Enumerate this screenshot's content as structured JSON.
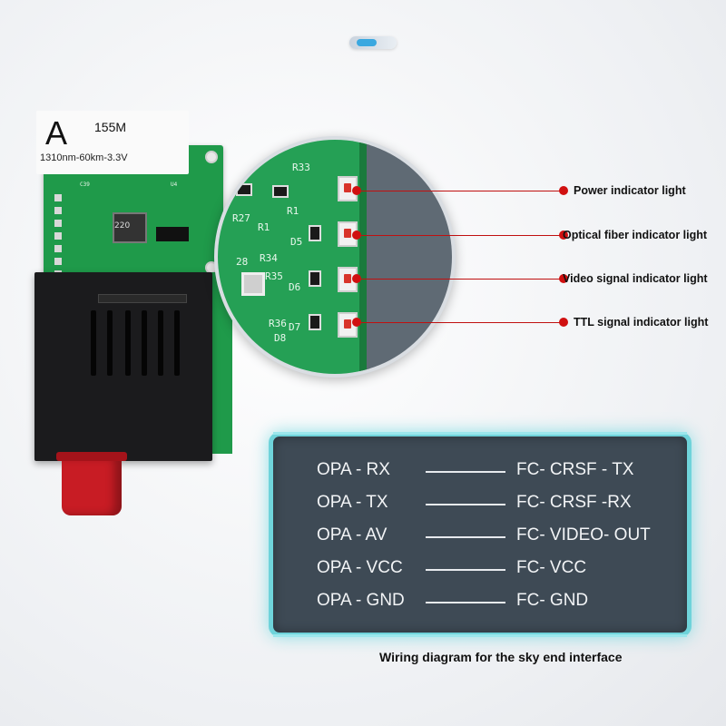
{
  "module_label": {
    "letter": "A",
    "rate": "155M",
    "spec": "1310nm-60km-3.3V"
  },
  "magnified": {
    "chip_marking": "220",
    "silk_labels": [
      "R33",
      "R27",
      "R1",
      "R1",
      "D5",
      "R35",
      "R34",
      "D6",
      "D7",
      "R36",
      "D8",
      "28"
    ]
  },
  "indicators": [
    {
      "label": "Power indicator light"
    },
    {
      "label": "Optical fiber indicator light"
    },
    {
      "label": "Video signal indicator light"
    },
    {
      "label": "TTL signal indicator light"
    }
  ],
  "wiring": {
    "rows": [
      {
        "left": "OPA - RX",
        "right": "FC- CRSF - TX"
      },
      {
        "left": "OPA - TX",
        "right": "FC- CRSF -RX"
      },
      {
        "left": "OPA - AV",
        "right": "FC- VIDEO- OUT"
      },
      {
        "left": "OPA - VCC",
        "right": "FC- VCC"
      },
      {
        "left": "OPA - GND",
        "right": "FC- GND"
      }
    ],
    "caption": "Wiring diagram for the sky end interface"
  },
  "colors": {
    "pcb_green": "#1f9a4a",
    "panel_bg": "#3e4a55",
    "panel_border": "#6fd3da",
    "callout_red": "#d01010",
    "plug_red": "#c81c24"
  }
}
